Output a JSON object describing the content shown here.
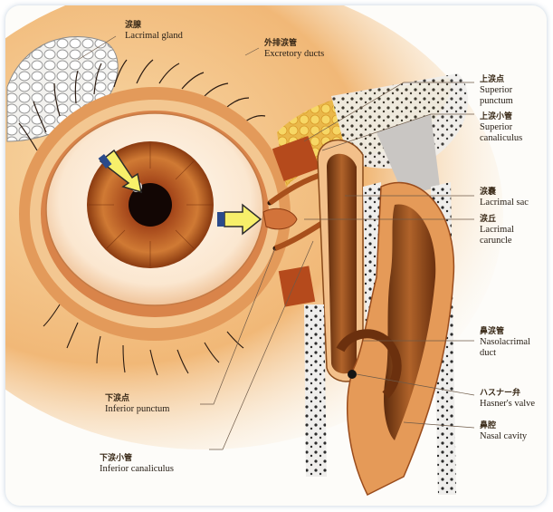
{
  "labels": {
    "lacrimal_gland": {
      "ja": "涙腺",
      "en": "Lacrimal gland"
    },
    "excretory_ducts": {
      "ja": "外排涙管",
      "en": "Excretory ducts"
    },
    "superior_punctum": {
      "ja": "上涙点",
      "en": [
        "Superior",
        "punctum"
      ]
    },
    "superior_canaliculus": {
      "ja": "上涙小管",
      "en": [
        "Superior",
        "canaliculus"
      ]
    },
    "lacrimal_sac": {
      "ja": "涙嚢",
      "en": "Lacrimal sac"
    },
    "lacrimal_caruncle": {
      "ja": "涙丘",
      "en": [
        "Lacrimal",
        "caruncle"
      ]
    },
    "nasolacrimal_duct": {
      "ja": "鼻涙管",
      "en": [
        "Nasolacrimal",
        "duct"
      ]
    },
    "hasners_valve": {
      "ja": "ハスナー弁",
      "en": "Hasner's valve"
    },
    "nasal_cavity": {
      "ja": "鼻腔",
      "en": "Nasal cavity"
    },
    "inferior_punctum": {
      "ja": "下涙点",
      "en": "Inferior punctum"
    },
    "inferior_canaliculus": {
      "ja": "下涙小管",
      "en": "Inferior canaliculus"
    }
  },
  "colors": {
    "skin": "#f4c488",
    "flesh": "#e39a5a",
    "iris": "#b8561e",
    "duct_cavity": "#7a3a12",
    "bone": "#e8e6e4",
    "fat": "#f4d060",
    "arrow": "#f7ef6a"
  },
  "icons": [
    "pointer-arrow-icon",
    "pointer-arrow-icon"
  ]
}
